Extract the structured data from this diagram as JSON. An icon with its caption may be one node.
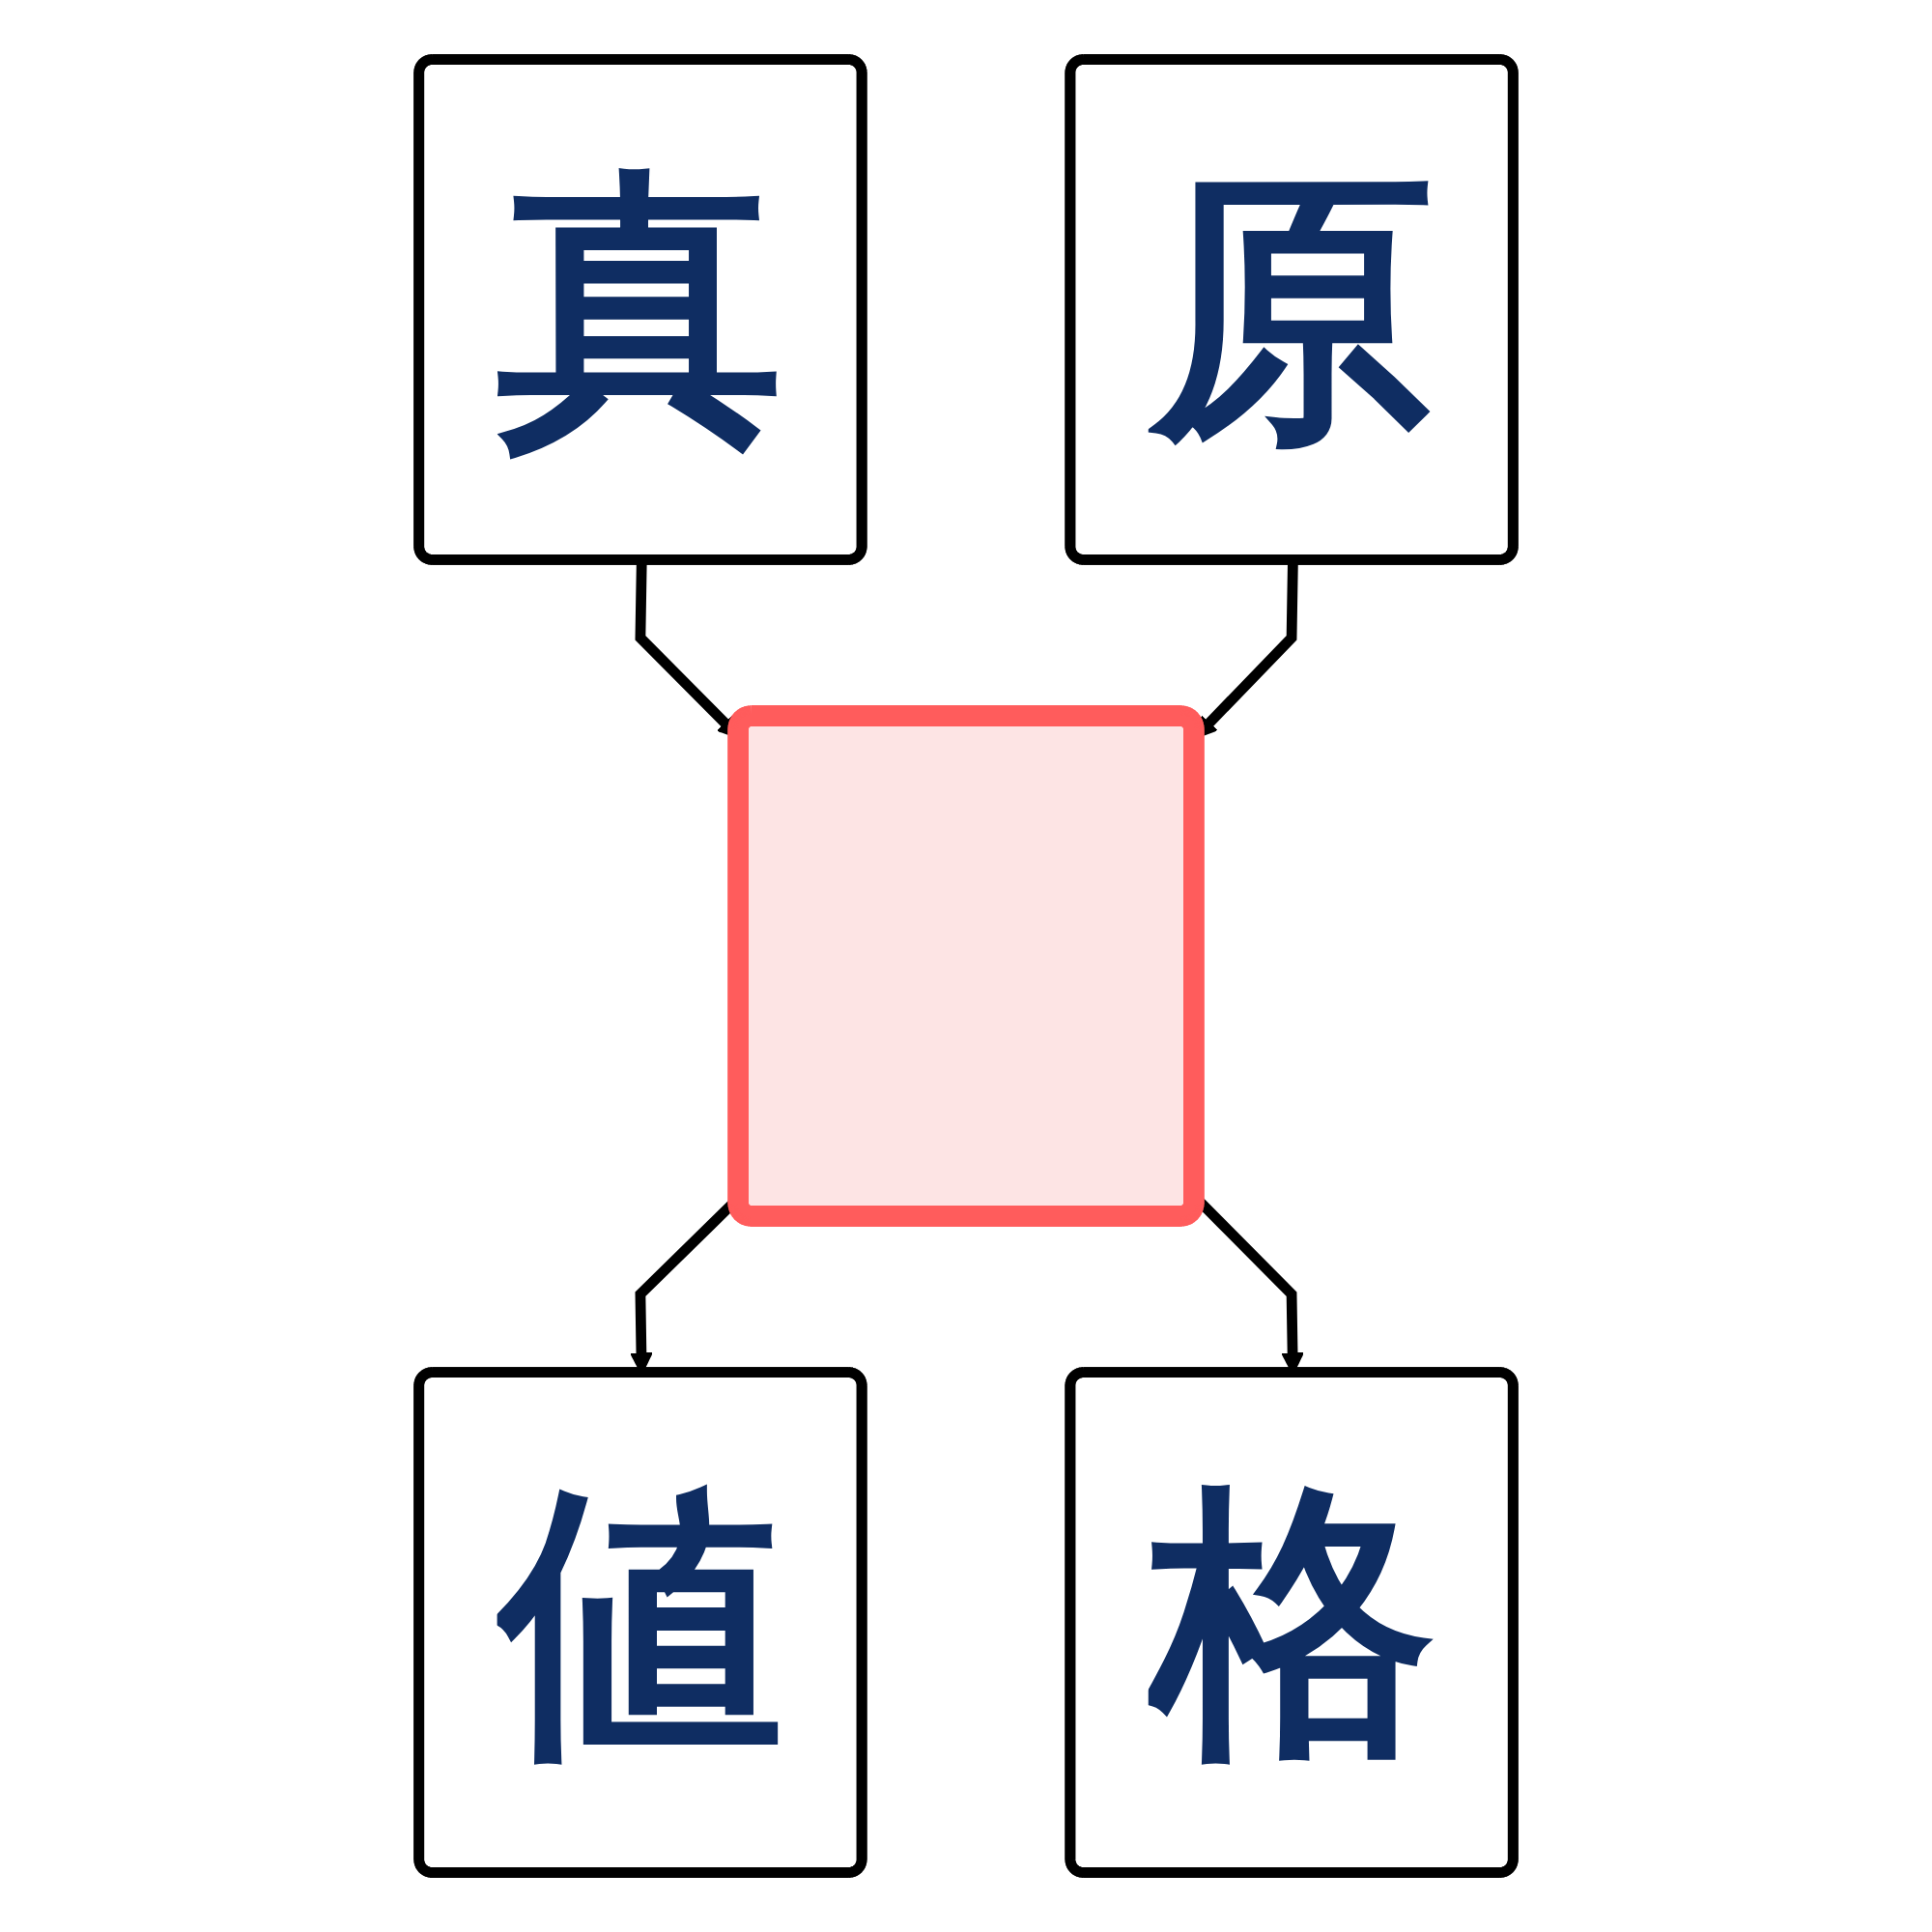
{
  "diagram": {
    "nodes": [
      {
        "text": [
          "真"
        ]
      },
      {
        "text": [
          "原"
        ]
      },
      {
        "text": [],
        "shape": "box"
      },
      {
        "text": [
          "値"
        ]
      },
      {
        "text": [
          "格"
        ]
      }
    ],
    "edges": [
      {
        "from": 0,
        "to": 2,
        "arrow": "to"
      },
      {
        "from": 1,
        "to": 2,
        "arrow": "to"
      },
      {
        "from": 2,
        "to": 3,
        "arrow": "to"
      },
      {
        "from": 2,
        "to": 4,
        "arrow": "to"
      }
    ]
  }
}
